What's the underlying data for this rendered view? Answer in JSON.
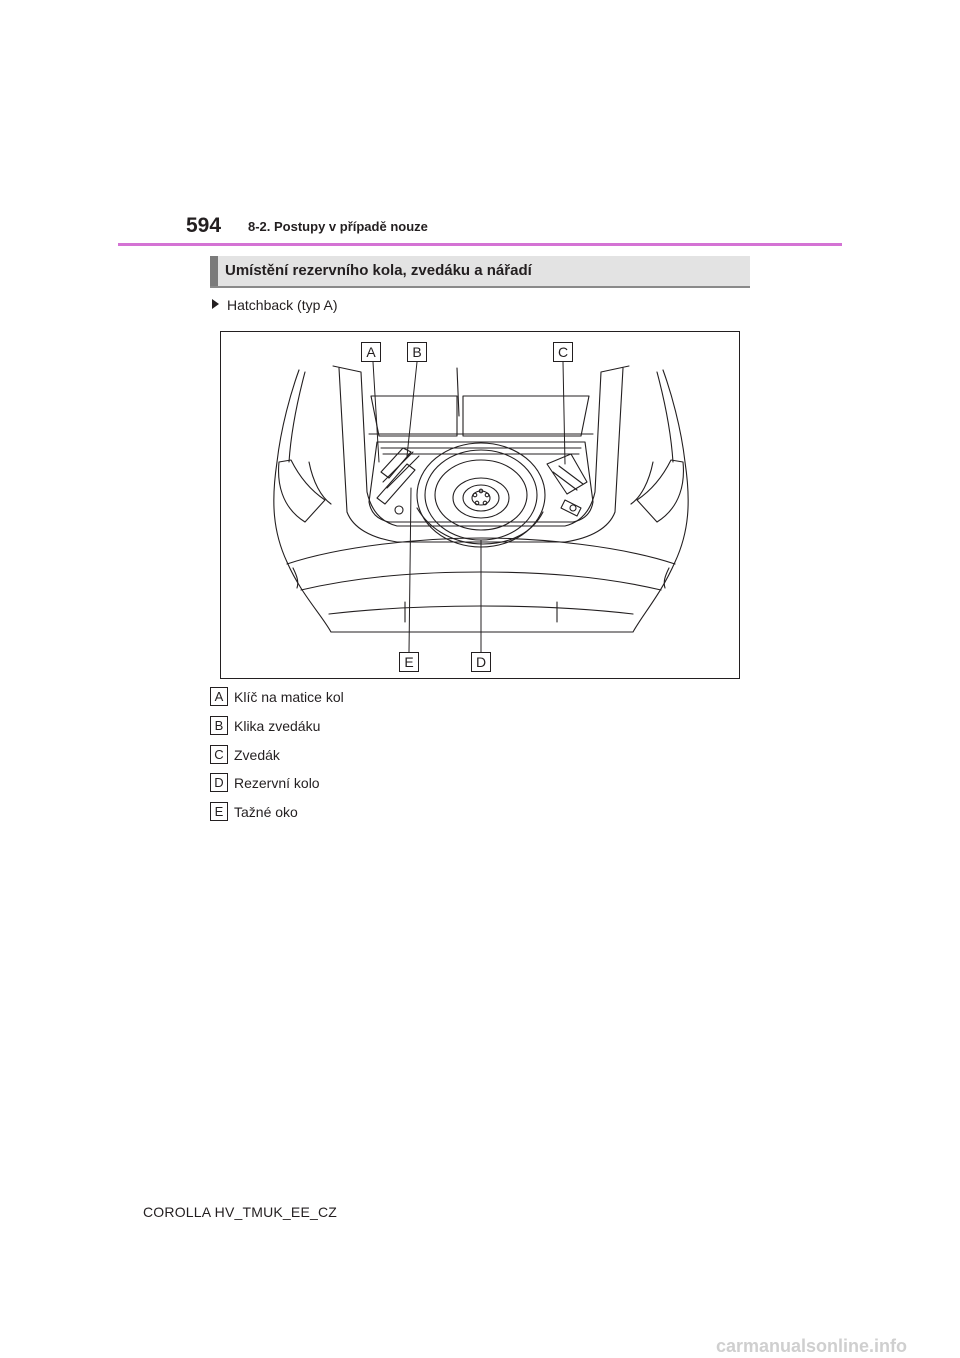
{
  "header": {
    "page_number": "594",
    "section": "8-2. Postupy v případě nouze"
  },
  "heading": "Umístění rezervního kola, zvedáku a nářadí",
  "variant": "Hatchback (typ A)",
  "figure": {
    "callouts": {
      "a": "A",
      "b": "B",
      "c": "C",
      "d": "D",
      "e": "E"
    }
  },
  "legend": [
    {
      "letter": "A",
      "label": "Klíč na matice kol"
    },
    {
      "letter": "B",
      "label": "Klika zvedáku"
    },
    {
      "letter": "C",
      "label": "Zvedák"
    },
    {
      "letter": "D",
      "label": "Rezervní kolo"
    },
    {
      "letter": "E",
      "label": "Tažné oko"
    }
  ],
  "footer": "COROLLA HV_TMUK_EE_CZ",
  "watermark": "carmanualsonline.info",
  "colors": {
    "header_rule": "#d473d4",
    "heading_bar": "#e3e3e3",
    "heading_accent": "#7b7b7b"
  }
}
